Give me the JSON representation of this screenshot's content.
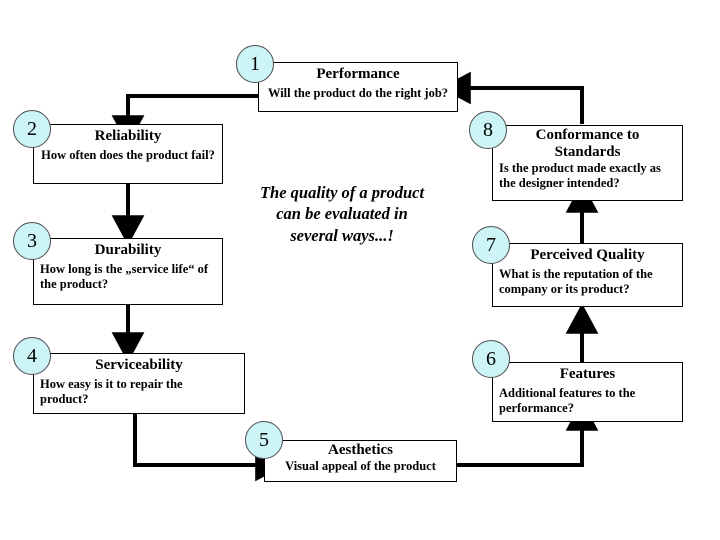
{
  "diagram": {
    "center_note": "The quality of a product can be evaluated in several ways...!",
    "center_note_lines": [
      "The quality of a product",
      "can be evaluated in",
      "several ways...!"
    ],
    "nodes": [
      {
        "number": "1",
        "title": "Performance",
        "title_lines": [
          "Performance"
        ],
        "description": "Will the product do the right job?",
        "desc_lines": [
          "Will the product do the right job?"
        ],
        "align": "center"
      },
      {
        "number": "2",
        "title": "Reliability",
        "title_lines": [
          "Reliability"
        ],
        "description": "How often does the product fail?",
        "desc_lines": [
          "How often does the product fail?"
        ],
        "align": "center"
      },
      {
        "number": "3",
        "title": "Durability",
        "title_lines": [
          "Durability"
        ],
        "description": "How long is the „service life“ of the product?",
        "desc_lines": [
          "How long is the „service life“ of",
          "the product?"
        ],
        "align": "left"
      },
      {
        "number": "4",
        "title": "Serviceability",
        "title_lines": [
          "Serviceability"
        ],
        "description": "How easy is it to repair the product?",
        "desc_lines": [
          "How easy is it to repair the",
          "product?"
        ],
        "align": "left"
      },
      {
        "number": "5",
        "title": "Aesthetics",
        "title_lines": [
          "Aesthetics"
        ],
        "description": "Visual appeal of the product",
        "desc_lines": [
          "Visual appeal of the product"
        ],
        "align": "center"
      },
      {
        "number": "6",
        "title": "Features",
        "title_lines": [
          "Features"
        ],
        "description": "Additional features to the performance?",
        "desc_lines": [
          "Additional features to the",
          "performance?"
        ],
        "align": "left"
      },
      {
        "number": "7",
        "title": "Perceived Quality",
        "title_lines": [
          "Perceived Quality"
        ],
        "description": "What is the reputation of the company or its product?",
        "desc_lines": [
          "What is the reputation of the",
          "company or its product?"
        ],
        "align": "left"
      },
      {
        "number": "8",
        "title": "Conformance to Standards",
        "title_lines": [
          "Conformance to",
          "Standards"
        ],
        "description": "Is the product made exactly as the designer intended?",
        "desc_lines": [
          "Is the product made exactly as",
          "the designer  intended?"
        ],
        "align": "left"
      }
    ]
  },
  "colors": {
    "badge_fill": "#cdf4f6",
    "badge_stroke": "#4d4d4d",
    "box_fill": "#ffffff",
    "box_stroke": "#000000",
    "arrow": "#000000",
    "background": "#ffffff"
  }
}
